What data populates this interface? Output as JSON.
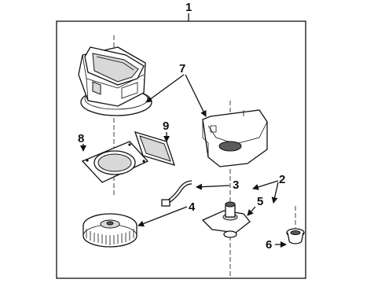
{
  "callouts": {
    "c1": "1",
    "c2": "2",
    "c3": "3",
    "c4": "4",
    "c5": "5",
    "c6": "6",
    "c7": "7",
    "c8": "8",
    "c9": "9"
  },
  "parts": [
    "blower-case-upper",
    "blower-case-lower",
    "blower-seal",
    "resistor",
    "blower-motor-wheel",
    "motor-mount",
    "wire-harness",
    "grommet"
  ]
}
